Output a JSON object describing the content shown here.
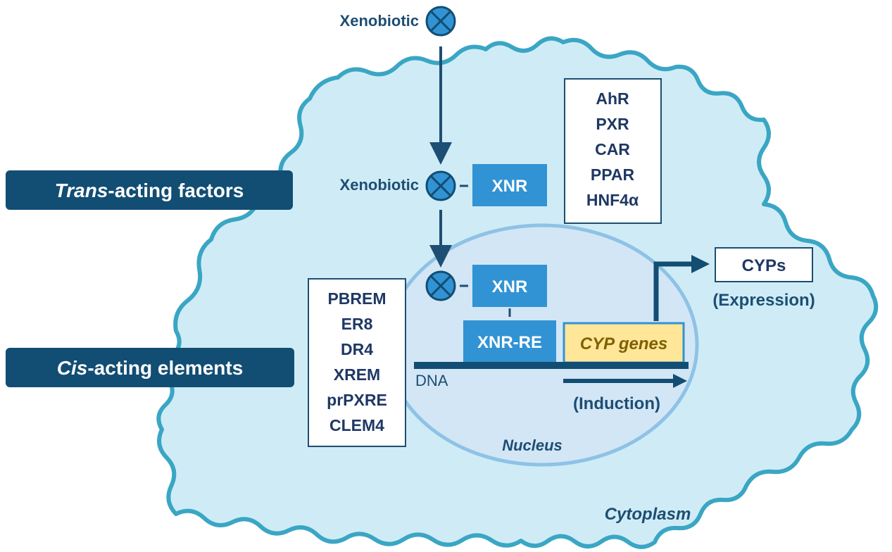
{
  "colors": {
    "cell_fill": "#cfecf6",
    "cell_stroke": "#3aa6c4",
    "nucleus_fill": "#d3e6f6",
    "nucleus_stroke": "#8ec2e6",
    "xnr_box": "#3193d3",
    "dark_navy": "#124d73",
    "text_navy": "#1f3864",
    "arrow": "#1d4e73",
    "gene_box": "#ffe699",
    "gene_text": "#7f6000"
  },
  "labels": {
    "xenobiotic_top": "Xenobiotic",
    "xenobiotic_mid": "Xenobiotic",
    "trans_italic": "Trans",
    "trans_rest": "-acting factors",
    "cis_italic": "Cis",
    "cis_rest": "-acting elements",
    "xnr_cytoplasm": "XNR",
    "xnr_nucleus": "XNR",
    "xnr_re": "XNR-RE",
    "cyp_genes": "CYP genes",
    "dna": "DNA",
    "induction": "(Induction)",
    "cyps": "CYPs",
    "expression": "(Expression)",
    "nucleus": "Nucleus",
    "cytoplasm": "Cytoplasm"
  },
  "receptors": [
    "AhR",
    "PXR",
    "CAR",
    "PPAR",
    "HNF4α"
  ],
  "response_elements": [
    "PBREM",
    "ER8",
    "DR4",
    "XREM",
    "prPXRE",
    "CLEM4"
  ]
}
